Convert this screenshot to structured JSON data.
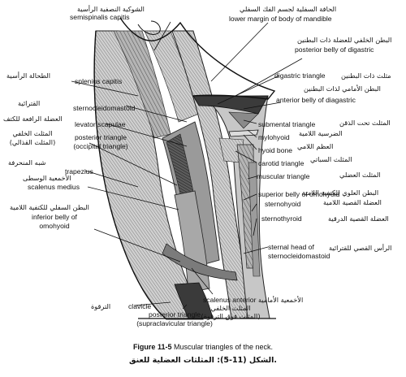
{
  "labels": {
    "semispinalis_ar": "الشوكية النصفية الرأسية",
    "semispinalis_en": "semispinalis capitis",
    "mandible_ar": "الحافة السفلية لجسم الفك السفلي",
    "mandible_en": "lower margin of body of mandible",
    "post_digastric_ar": "البطن الخلفي للعضلة ذات البطنين",
    "post_digastric_en": "posterior belly of digastric",
    "splenius_ar": "الطحالة الرأسية",
    "splenius_en": "splenius capitis",
    "digastric_tri_ar": "مثلث ذات البطنين",
    "digastric_tri_en": "digastric triangle",
    "ant_digastric_ar": "البطن الأمامي لذات البطنين",
    "ant_digastric_en": "anterior belly of diagastric",
    "scm_ar": "القترائية",
    "scm_en": "sternocleidomastoid",
    "lev_scap_ar": "العضلة الرافعة للكتف",
    "lev_scap_en": "levator scapulae",
    "post_tri_ar_1": "المثلث الخلفي",
    "post_tri_ar_2": "(المثلث القذالي)",
    "post_tri_en_1": "posterior triangle",
    "post_tri_en_2": "(occipital triangle)",
    "submental_ar": "المثلث تحت الذقن",
    "submental_en": "submental triangle",
    "mylohyoid_ar": "الضرسية اللامية",
    "mylohyoid_en": "mylohyoid",
    "hyoid_ar": "العظم اللامي",
    "hyoid_en": "hyoid bone",
    "carotid_ar": "المثلث السباتي",
    "carotid_en": "carotid triangle",
    "trapezius_ar": "شبه المنحرفة",
    "trapezius_en": "trapezius",
    "muscular_ar": "المثلث العضلي",
    "muscular_en": "muscular triangle",
    "scal_med_ar": "الأخمعية الوسطى",
    "scal_med_en": "scalenus medius",
    "sup_omo_ar": "البطن العلوي للكتفية اللامية",
    "sup_omo_en": "superior belly of omohyoid",
    "sternohyoid_ar": "العضلة القصية اللامية",
    "sternohyoid_en": "sternohyoid",
    "inf_omo_ar": "البطن السفلي للكتفية اللامية",
    "inf_omo_en_1": "inferior belly of",
    "inf_omo_en_2": "omohyoid",
    "sternothyroid_ar": "العضلة القصية الدرقية",
    "sternothyroid_en": "sternothyroid",
    "sternal_head_ar": "الرأس القصي للقترائية",
    "sternal_head_en_1": "sternal head of",
    "sternal_head_en_2": "sternocleidomastoid",
    "scal_ant_ar": "الأخمعية الأمامية",
    "scal_ant_en": "scalenus anterior",
    "clavicle_ar": "الترقوة",
    "clavicle_en": "clavicle",
    "post_tri2_ar_1": "المثلث الخلفي",
    "post_tri2_ar_2": "(المثلث فوق الترقوة)",
    "post_tri2_en_1": "posterior triangle",
    "post_tri2_en_2": "(supraclavicular triangle)"
  },
  "caption": {
    "figure_number": "Figure 11-5",
    "figure_text": "Muscular triangles of the neck.",
    "arabic": "الشكل (11-5): المثلثات العضلية للعنق."
  },
  "colors": {
    "ink": "#111111",
    "muscle_shade": "#8f8f8f",
    "dark_shade": "#3a3a3a",
    "triangle_light": "#c9c9c9"
  }
}
